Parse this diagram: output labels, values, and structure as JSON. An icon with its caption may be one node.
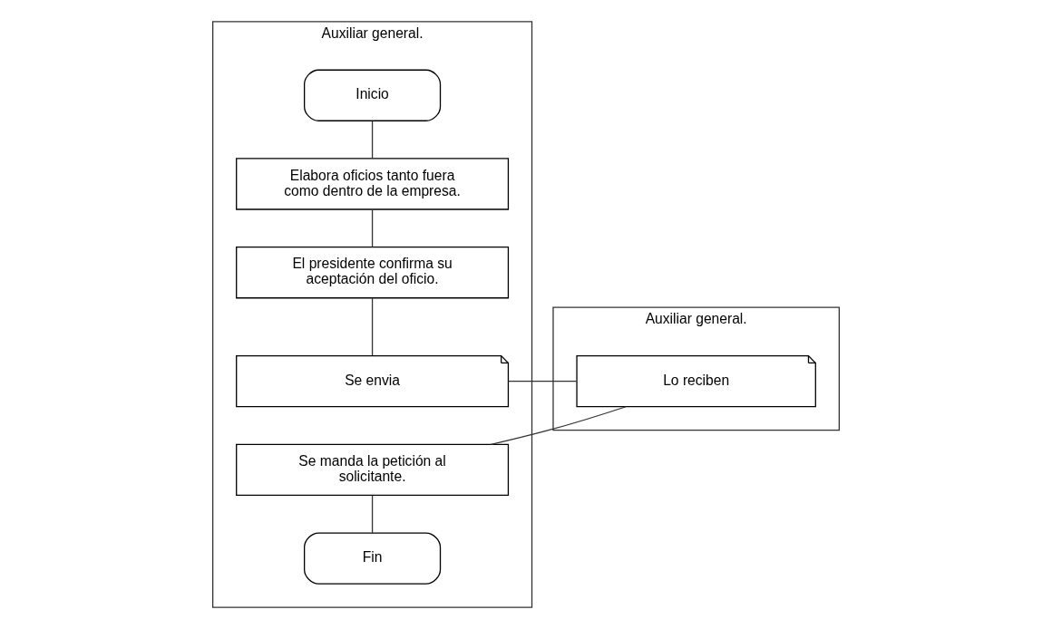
{
  "diagram": {
    "nodes": [
      {
        "text": [
          "Auxiliar general."
        ]
      },
      {
        "text": [
          "Auxiliar general."
        ]
      },
      {
        "text": [
          "Inicio"
        ],
        "in": 0
      },
      {
        "text": [
          "Elabora oficios tanto fuera como dentro de la empresa."
        ],
        "in": 0
      },
      {
        "text": [
          "El presidente confirma su aceptación del oficio."
        ],
        "in": 0
      },
      {
        "text": [
          "Se envia"
        ],
        "in": 0
      },
      {
        "text": [
          "Lo reciben"
        ],
        "in": 1
      },
      {
        "text": [
          "Se manda la petición al solicitante."
        ],
        "in": 0
      },
      {
        "text": [
          "Fin"
        ],
        "in": 0
      }
    ],
    "edges": [
      {
        "from": 2,
        "to": 3,
        "arrow": "none"
      },
      {
        "from": 3,
        "to": 4,
        "arrow": "none"
      },
      {
        "from": 4,
        "to": 5,
        "arrow": "none"
      },
      {
        "from": 5,
        "to": 6,
        "arrow": "none"
      },
      {
        "from": 6,
        "to": 7,
        "arrow": "none"
      },
      {
        "from": 7,
        "to": 8,
        "arrow": "none"
      }
    ]
  }
}
